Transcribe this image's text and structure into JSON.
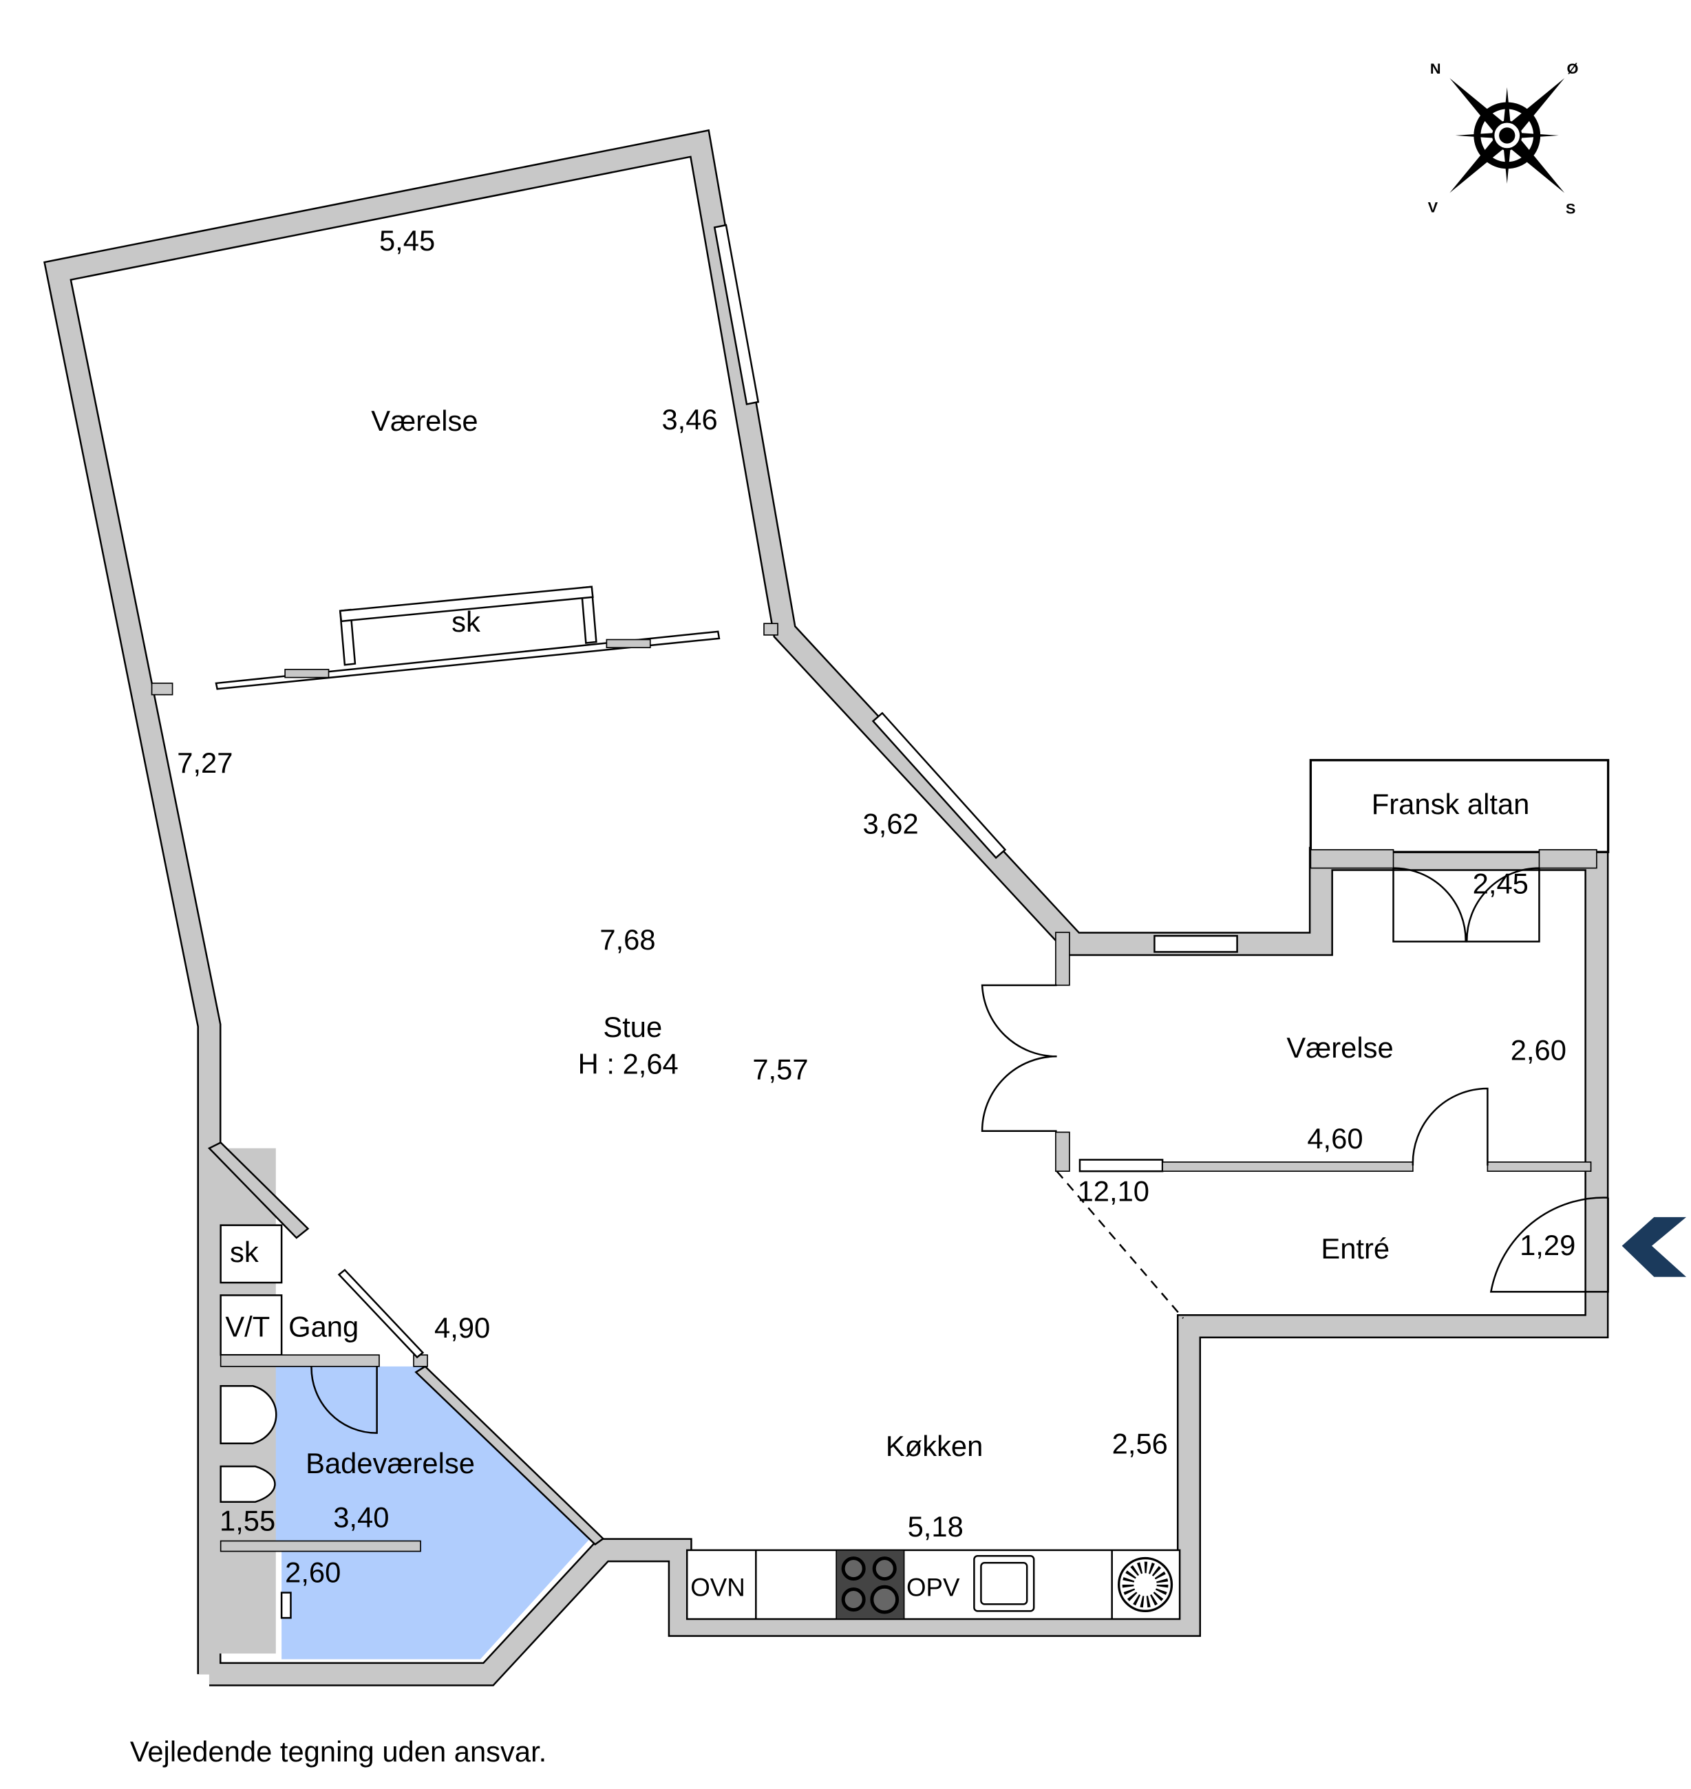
{
  "compass": {
    "n": "N",
    "e": "Ø",
    "s": "S",
    "w": "V"
  },
  "rooms": {
    "top_bedroom": {
      "name": "Værelse",
      "dim_top": "5,45",
      "dim_right": "3,46"
    },
    "closet_top": "sk",
    "living": {
      "name": "Stue",
      "height": "H : 2,64",
      "dim_a": "7,27",
      "dim_b": "3,62",
      "dim_c": "7,68",
      "dim_d": "7,57",
      "dim_e": "4,90",
      "dim_f": "12,10"
    },
    "balcony": "Fransk altan",
    "right_bedroom": {
      "name": "Værelse",
      "dim_a": "2,45",
      "dim_b": "2,60",
      "dim_c": "4,60"
    },
    "entry": {
      "name": "Entré",
      "dim": "1,29"
    },
    "closet_left": "sk",
    "vt": "V/T",
    "hall": "Gang",
    "bathroom": {
      "name": "Badeværelse",
      "dim_a": "1,55",
      "dim_b": "3,40",
      "dim_c": "2,60"
    },
    "kitchen": {
      "name": "Køkken",
      "dim_a": "2,56",
      "dim_b": "5,18",
      "oven": "OVN",
      "dishwasher": "OPV"
    }
  },
  "colors": {
    "wall": "#c8c8c8",
    "bathroom": "#b0cdfd",
    "entry_arrow": "#1b3a5c"
  },
  "footer": "Vejledende tegning uden ansvar."
}
